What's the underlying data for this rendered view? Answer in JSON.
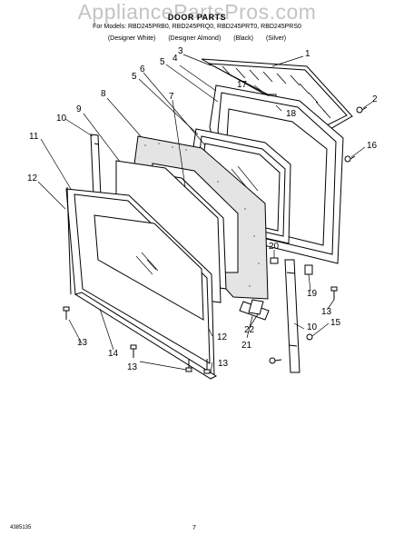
{
  "watermark": "AppliancePartsPros.com",
  "header": {
    "title": "DOOR PARTS",
    "models": "For Models: RBD245PRB0, RBD245PRQ0, RBD245PRT0, RBD245PRS0",
    "colors": [
      "(Designer White)",
      "(Designer Almond)",
      "(Black)",
      "(Silver)"
    ]
  },
  "callouts": {
    "c1": "1",
    "c2": "2",
    "c3": "3",
    "c4": "4",
    "c5a": "5",
    "c5b": "5",
    "c6": "6",
    "c7": "7",
    "c8": "8",
    "c9": "9",
    "c10a": "10",
    "c10b": "10",
    "c11": "11",
    "c12a": "12",
    "c12b": "12",
    "c13a": "13",
    "c13b": "13",
    "c13c": "13",
    "c13d": "13",
    "c14": "14",
    "c15": "15",
    "c16": "16",
    "c17": "17",
    "c18": "18",
    "c19": "19",
    "c20": "20",
    "c21": "21",
    "c22": "22"
  },
  "footer": {
    "doc_number": "4385135",
    "page_number": "7"
  }
}
